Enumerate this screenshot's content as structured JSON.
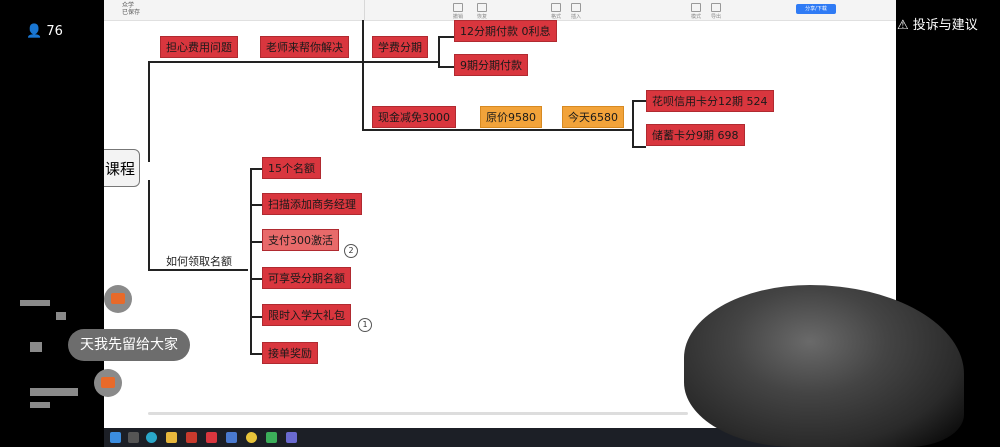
{
  "overlay": {
    "viewer_count": "76",
    "report_label": "投诉与建议",
    "chat_message": "天我先留给大家"
  },
  "app": {
    "title": "众学",
    "subtitle": "已保存",
    "tools": [
      "撤销",
      "恢复",
      "格式",
      "插入"
    ],
    "right_tools": [
      "模式",
      "导出"
    ],
    "primary_button": "分享/下载"
  },
  "mindmap": {
    "root": "课程",
    "branch1": {
      "items": [
        "担心费用问题",
        "老师来帮你解决",
        "学费分期"
      ],
      "installments": [
        "12分期付款  0利息",
        "9期分期付款"
      ],
      "prices": [
        "现金减免3000",
        "原价9580",
        "今天6580"
      ],
      "cards": [
        "花呗信用卡分12期  524",
        "储蓄卡分9期  698"
      ]
    },
    "branch2": {
      "label": "如何领取名额",
      "items": [
        "15个名额",
        "扫描添加商务经理",
        "支付300激活",
        "可享受分期名额",
        "限时入学大礼包",
        "接单奖励"
      ],
      "badges": [
        "2",
        "1"
      ]
    }
  },
  "colors": {
    "node_red": "#d9363e",
    "node_orange": "#f2a33a",
    "accent_blue": "#2f7bf5"
  }
}
